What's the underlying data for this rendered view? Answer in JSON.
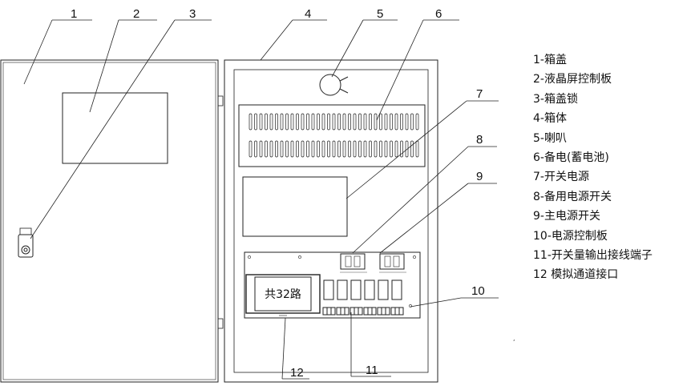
{
  "callouts": [
    "1",
    "2",
    "3",
    "4",
    "5",
    "6",
    "7",
    "8",
    "9",
    "10",
    "11",
    "12"
  ],
  "legend": [
    "1-箱盖",
    "2-液晶屏控制板",
    "3-箱盖锁",
    "4-箱体",
    "5-喇叭",
    "6-备电(蓄电池)",
    "7-开关电源",
    "8-备用电源开关",
    "9-主电源开关",
    "10-电源控制板",
    "11-开关量输出接线端子",
    "12 模拟通道接口"
  ],
  "module_label": "共32路",
  "stray_mark": ","
}
